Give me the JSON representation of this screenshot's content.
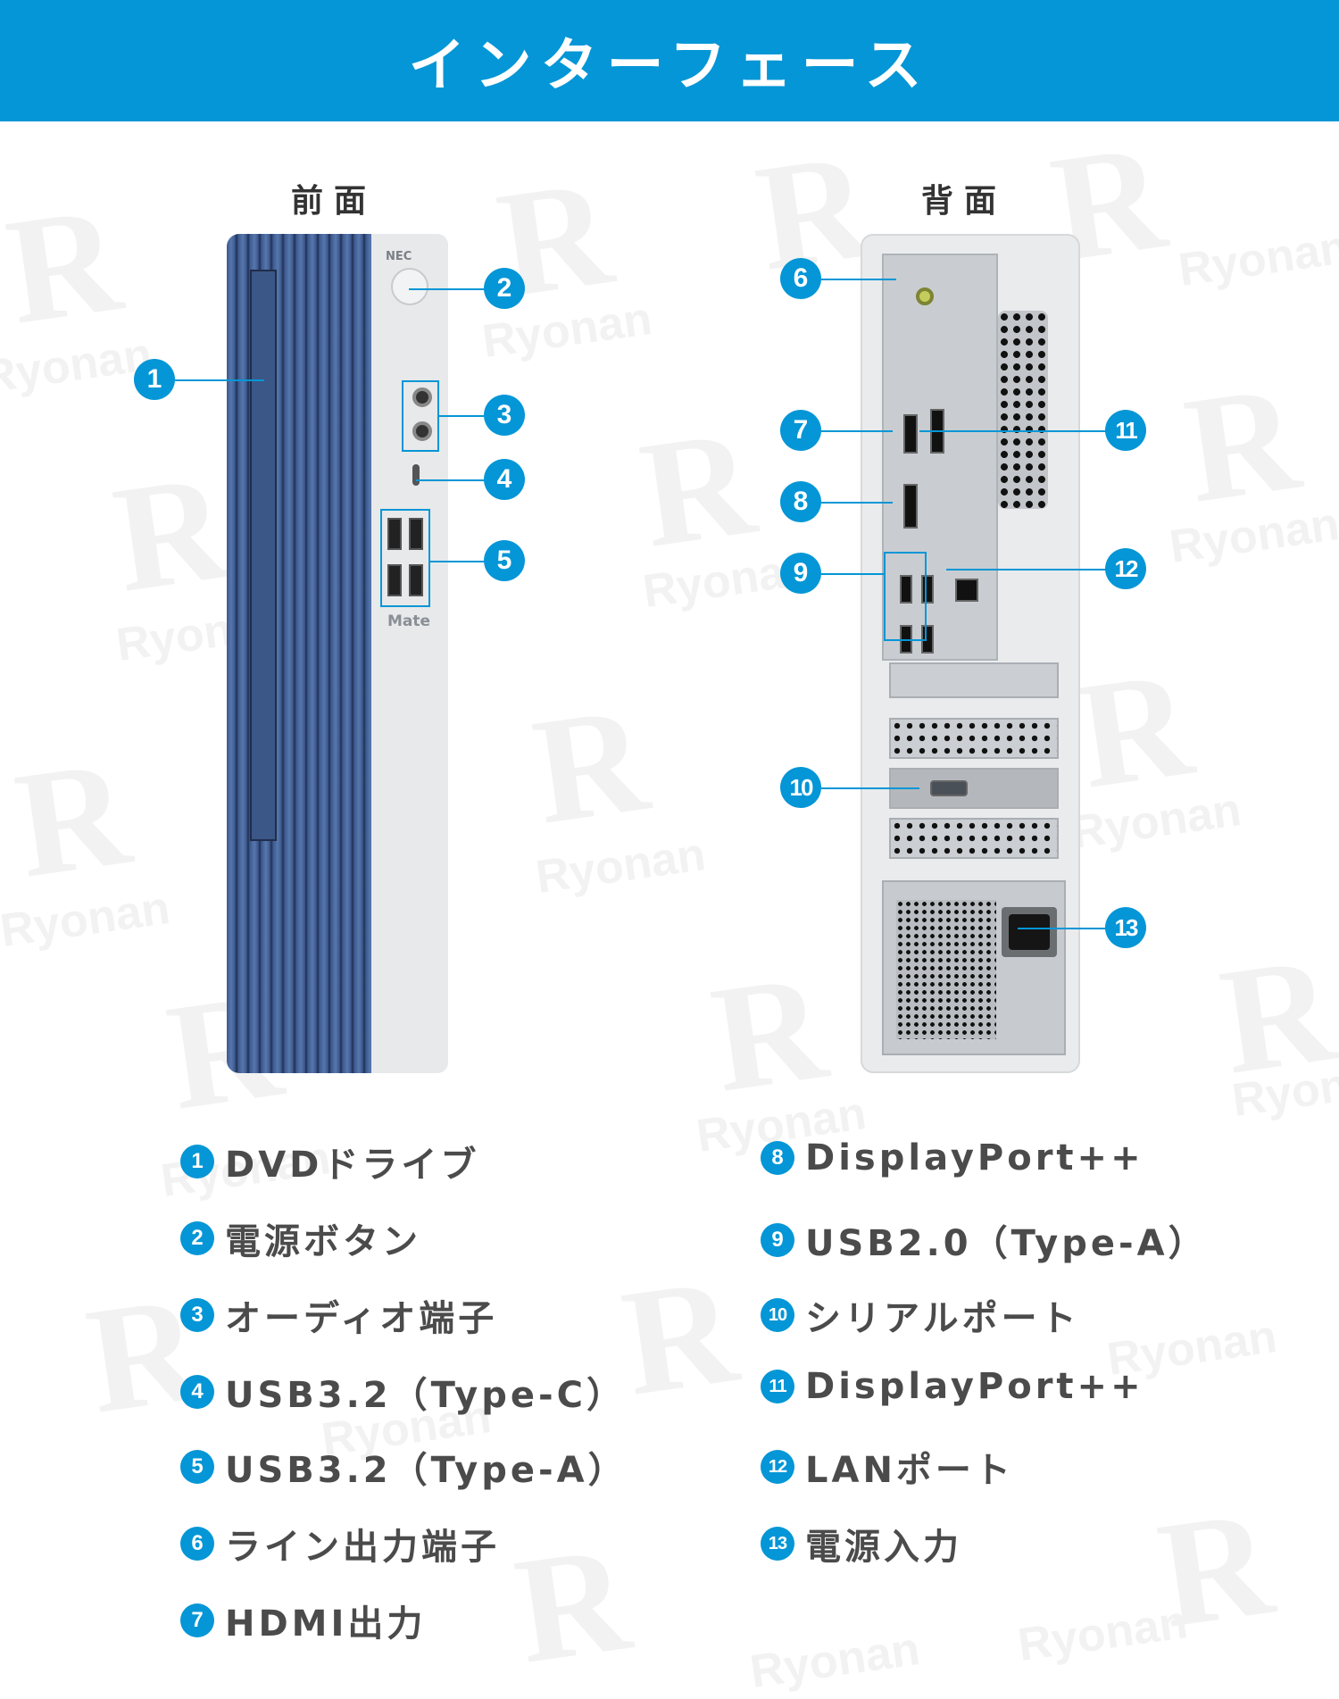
{
  "header": {
    "title": "インターフェース",
    "background_color": "#0496d6"
  },
  "watermark": {
    "text": "Ryonan",
    "letter": "R"
  },
  "front": {
    "label": "前面",
    "brand": "NEC",
    "model": "Mate",
    "callouts": [
      "1",
      "2",
      "3",
      "4",
      "5"
    ]
  },
  "back": {
    "label": "背面",
    "callouts": [
      "6",
      "7",
      "8",
      "9",
      "10",
      "11",
      "12",
      "13"
    ]
  },
  "legend": {
    "left": [
      {
        "num": "1",
        "label": "DVDドライブ"
      },
      {
        "num": "2",
        "label": "電源ボタン"
      },
      {
        "num": "3",
        "label": "オーディオ端子"
      },
      {
        "num": "4",
        "label": "USB3.2（Type-C）"
      },
      {
        "num": "5",
        "label": "USB3.2（Type-A）"
      },
      {
        "num": "6",
        "label": "ライン出力端子"
      },
      {
        "num": "7",
        "label": "HDMI出力"
      }
    ],
    "right": [
      {
        "num": "8",
        "label": "DisplayPort++"
      },
      {
        "num": "9",
        "label": "USB2.0（Type-A）"
      },
      {
        "num": "10",
        "label": "シリアルポート"
      },
      {
        "num": "11",
        "label": "DisplayPort++"
      },
      {
        "num": "12",
        "label": "LANポート"
      },
      {
        "num": "13",
        "label": "電源入力"
      }
    ]
  }
}
